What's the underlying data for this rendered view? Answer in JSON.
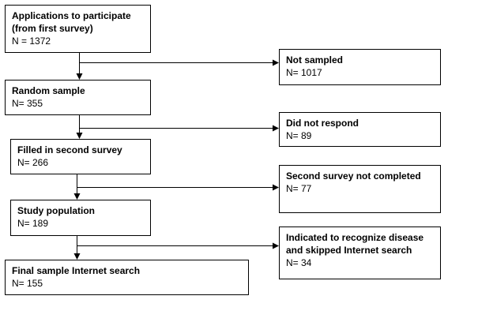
{
  "flowchart": {
    "main": [
      {
        "title": "Applications to participate (from first survey)",
        "count": "N = 1372"
      },
      {
        "title": "Random sample",
        "count": "N= 355"
      },
      {
        "title": "Filled in second survey",
        "count": "N= 266"
      },
      {
        "title": "Study population",
        "count": "N= 189"
      },
      {
        "title": "Final sample Internet search",
        "count": "N= 155"
      }
    ],
    "excluded": [
      {
        "title": "Not sampled",
        "count": "N= 1017"
      },
      {
        "title": "Did not respond",
        "count": "N= 89"
      },
      {
        "title": "Second survey not completed",
        "count": "N= 77"
      },
      {
        "title": "Indicated to recognize disease and skipped Internet search",
        "count": "N= 34"
      }
    ]
  }
}
